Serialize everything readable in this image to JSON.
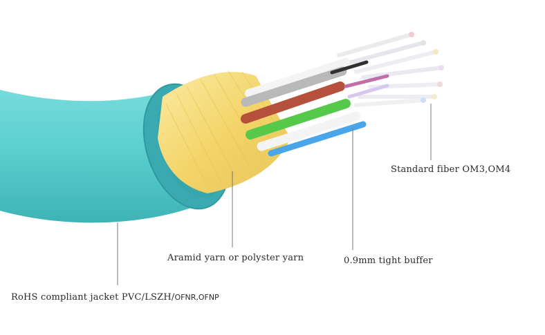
{
  "labels": {
    "fiber": "Standard fiber OM3,OM4",
    "aramid": "Aramid yarn or polyster yarn",
    "buffer": "0.9mm tight buffer",
    "jacket_main": "RoHS compliant jacket PVC/LSZH/",
    "jacket_suffix": "OFNR,OFNP"
  },
  "colors": {
    "jacket": "#5ccfcf",
    "jacket_shadow": "#3aaab0",
    "aramid": "#f4dc7a",
    "buffer_grey": "#b9b9b9",
    "buffer_red": "#b5503c",
    "buffer_green": "#57c94a",
    "buffer_blue": "#4aa6e8",
    "buffer_white": "#f4f4f4",
    "leader": "#777777"
  }
}
